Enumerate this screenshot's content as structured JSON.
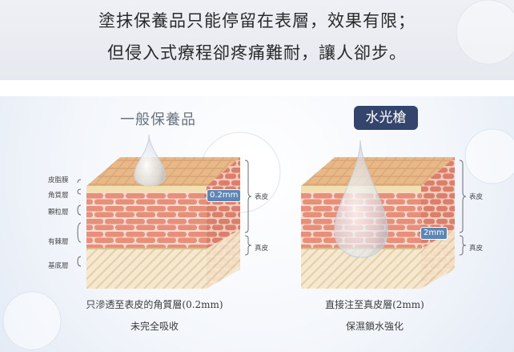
{
  "header": {
    "line1": "塗抹保養品只能停留在表層，效果有限；",
    "line2": "但侵入式療程卻疼痛難耐，讓人卻步。"
  },
  "left": {
    "title": "一般保養品",
    "layers": [
      "皮脂膜",
      "角質層",
      "顆粒層",
      "有棘層",
      "基底層"
    ],
    "depth": "0.2mm",
    "zone_top": "表皮",
    "zone_bottom": "真皮",
    "caption1": "只滲透至表皮的角質層(0.2mm)",
    "caption2": "未完全吸收"
  },
  "right": {
    "badge": "水光槍",
    "depth": "2mm",
    "zone_top": "表皮",
    "zone_bottom": "真皮",
    "caption1": "直接注至真皮層(2mm)",
    "caption2": "保濕鎖水強化"
  },
  "colors": {
    "badge_bg": "#33456c",
    "tag_bg": "#5b86b5",
    "brick": "#e88f7a",
    "top_brick": "#d9a777"
  }
}
